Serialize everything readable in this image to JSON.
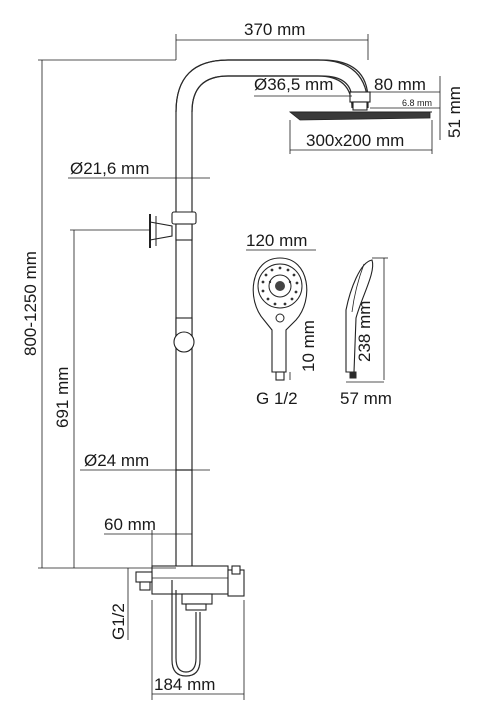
{
  "dimensions": {
    "top_width": "370 mm",
    "pipe_diameter_top": "Ø36,5 mm",
    "arm_length": "80 mm",
    "head_thickness": "6.8 mm",
    "head_height": "51 mm",
    "head_size": "300x200 mm",
    "rod_diameter": "Ø21,6 mm",
    "handshower_width": "120 mm",
    "handshower_length": "238 mm",
    "handshower_thread_len": "10 mm",
    "handshower_thread": "G 1/2",
    "handshower_depth": "57 mm",
    "total_height": "800-1250 mm",
    "height_691": "691 mm",
    "lower_diameter": "Ø24 mm",
    "wall_offset": "60 mm",
    "inlet_thread": "G1/2",
    "mixer_width": "184 mm"
  }
}
